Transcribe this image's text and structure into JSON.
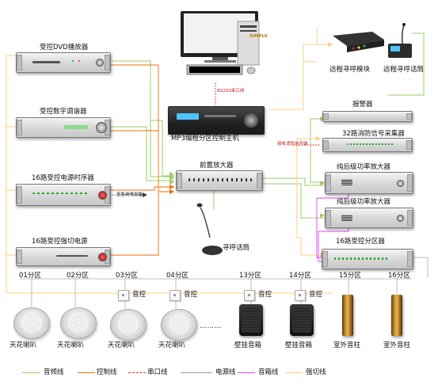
{
  "devices": {
    "dvd_player": "受控DVD播放器",
    "digital_tuner": "受控数字调谐器",
    "power_sequencer": "16路受控电源时序器",
    "power_switch": "16路受控强切电源",
    "mp3_host": "MP3编程分区控制主机",
    "preamp": "前置放大器",
    "paging_mic": "寻呼话筒",
    "alarm": "报警器",
    "fire_collector": "32路消防信号采集器",
    "amp_1": "纯后级功率放大器",
    "amp_2": "纯后级功率放大器",
    "zone_controller": "16路受控分区器",
    "remote_module": "远程寻呼模块",
    "remote_mic": "远程寻呼话筒"
  },
  "annotations": {
    "rs232": "RS232串口线",
    "other_equipment": "至各用电设备",
    "fire_signal": "接收消防信号端"
  },
  "zones": [
    "01分区",
    "02分区",
    "03分区",
    "04分区",
    "13分区",
    "14分区",
    "15分区",
    "16分区"
  ],
  "volume_label": "音控",
  "speakers": {
    "ceiling": "天花喇叭",
    "wall": "壁挂音箱",
    "outdoor": "室外音柱"
  },
  "ellipsis": "………",
  "legend": [
    {
      "label": "音频线",
      "color": "#9ccc65"
    },
    {
      "label": "控制线",
      "color": "#ef6c00"
    },
    {
      "label": "串口线",
      "color": "#d32f2f"
    },
    {
      "label": "电源线",
      "color": "#9e9e9e"
    },
    {
      "label": "音箱线",
      "color": "#e040fb"
    },
    {
      "label": "强切线",
      "color": "#ffcc80"
    }
  ],
  "brand": "SIMPLE"
}
